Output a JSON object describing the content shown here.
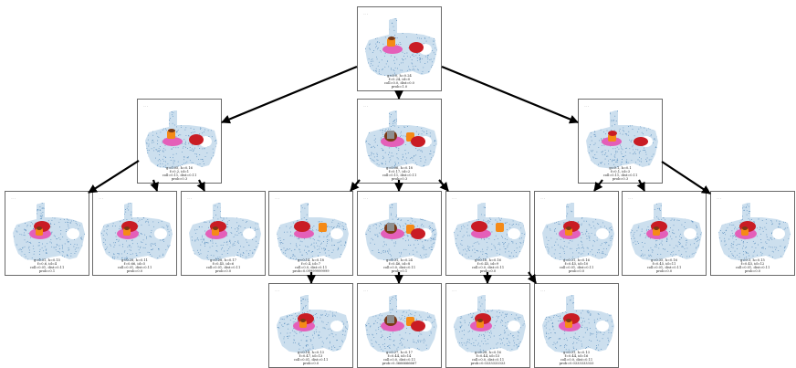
{
  "colors": {
    "cloud": "#8db7d9",
    "cloud_dark": "#4f86b8",
    "pink": "#e45fb9",
    "orange": "#f58a16",
    "red": "#c91c24",
    "brown": "#7a3a16",
    "gray": "#8f8f8f",
    "edge": "#000000"
  },
  "nodes": [
    {
      "id": "root",
      "tag": "-.·",
      "scene": "pot_bowl",
      "caption": [
        "g=0.0, h=0.24",
        "f=0.24, id=0",
        "coll=0.0, dist=0.0",
        "prob=1.0"
      ]
    },
    {
      "id": "n1",
      "tag": "-.·",
      "scene": "pot_bowl",
      "caption": [
        "g=0.05, h=0.16",
        "f=0.2, id=1",
        "coll=0.11, dist=0.11",
        "prob=0.3"
      ]
    },
    {
      "id": "n2",
      "tag": "-.·",
      "scene": "split",
      "caption": [
        "g=0.06, h=0.18",
        "f=0.17, id=2",
        "coll=0.11, dist=0.11",
        "prob=0.3"
      ]
    },
    {
      "id": "n3",
      "tag": "-.·",
      "scene": "bowl_right",
      "caption": [
        "g=0.1, h=0.1",
        "f=0.1, id=3",
        "coll=0.11, dist=0.11",
        "prob=0.3"
      ]
    },
    {
      "id": "n4",
      "tag": "-.·",
      "scene": "stack",
      "caption": [
        "g=0.31, h=0.15",
        "f=0.6, id=4",
        "coll=0.01, dist=0.11",
        "prob=0.1"
      ]
    },
    {
      "id": "n5",
      "tag": "-.·",
      "scene": "stack",
      "caption": [
        "g=0.28, h=0.11",
        "f=0.66, id=5",
        "coll=0.01, dist=0.11",
        "prob=0.0"
      ]
    },
    {
      "id": "n6",
      "tag": "-.·",
      "scene": "stack",
      "caption": [
        "g=0.28, h=0.17",
        "f=0.45, id=6",
        "coll=0.01, dist=0.11",
        "prob=0.0"
      ]
    },
    {
      "id": "n7",
      "tag": "-.·",
      "scene": "bowl_pot",
      "caption": [
        "g=0.14, h=0.18",
        "f=0.4, id=7",
        "coll=0.0, dist=0.11",
        "prob=0.09999999999"
      ]
    },
    {
      "id": "n8",
      "tag": "-.·",
      "scene": "split",
      "caption": [
        "g=0.31, h=0.24",
        "f=0.46, id=8",
        "coll=0.0, dist=0.11",
        "prob=0.1"
      ]
    },
    {
      "id": "n9",
      "tag": "-.·",
      "scene": "bowl_pot",
      "caption": [
        "g=0.16, h=0.16",
        "f=0.45, id=9",
        "coll=0.0, dist=0.11",
        "prob=0.0"
      ]
    },
    {
      "id": "n10",
      "tag": "-.·",
      "scene": "stack",
      "caption": [
        "g=0.31, h=0.16",
        "f=0.45, id=10",
        "coll=0.01, dist=0.11",
        "prob=0.0"
      ]
    },
    {
      "id": "n11",
      "tag": "-.·",
      "scene": "stack",
      "caption": [
        "g=0.35, h=0.16",
        "f=0.45, id=11",
        "coll=0.01, dist=0.11",
        "prob=0.0"
      ]
    },
    {
      "id": "n12",
      "tag": "-.·",
      "scene": "stack",
      "caption": [
        "g=0.3, h=0.15",
        "f=0.45, id=12",
        "coll=0.01, dist=0.11",
        "prob=0.0"
      ]
    },
    {
      "id": "n13",
      "tag": "-.·",
      "scene": "stack",
      "caption": [
        "g=0.14, h=0.13",
        "f=0.47, id=13",
        "coll=0.01, dist=0.11",
        "prob=0.0"
      ]
    },
    {
      "id": "n14",
      "tag": "-.·",
      "scene": "split",
      "caption": [
        "g=0.27, h=0.17",
        "f=0.44, id=14",
        "coll=0.0, dist=0.11",
        "prob=0.3666666667"
      ]
    },
    {
      "id": "n15",
      "tag": "-.·",
      "scene": "stack",
      "caption": [
        "g=0.28, h=0.16",
        "f=0.44, id=15",
        "coll=0.0, dist=0.11",
        "prob=0.0333333333"
      ]
    },
    {
      "id": "n16",
      "tag": "-.·",
      "scene": "stack",
      "caption": [
        "g=0.31, h=0.13",
        "f=0.44, id=16",
        "coll=0.0, dist=0.11",
        "prob=0.0333333333"
      ]
    }
  ],
  "edges": [
    [
      "root",
      "n1"
    ],
    [
      "root",
      "n2"
    ],
    [
      "root",
      "n3"
    ],
    [
      "n1",
      "n4"
    ],
    [
      "n1",
      "n5"
    ],
    [
      "n1",
      "n6"
    ],
    [
      "n2",
      "n7"
    ],
    [
      "n2",
      "n8"
    ],
    [
      "n2",
      "n9"
    ],
    [
      "n3",
      "n10"
    ],
    [
      "n3",
      "n11"
    ],
    [
      "n3",
      "n12"
    ],
    [
      "n7",
      "n13"
    ],
    [
      "n8",
      "n14"
    ],
    [
      "n9",
      "n15"
    ],
    [
      "n9",
      "n16"
    ]
  ]
}
